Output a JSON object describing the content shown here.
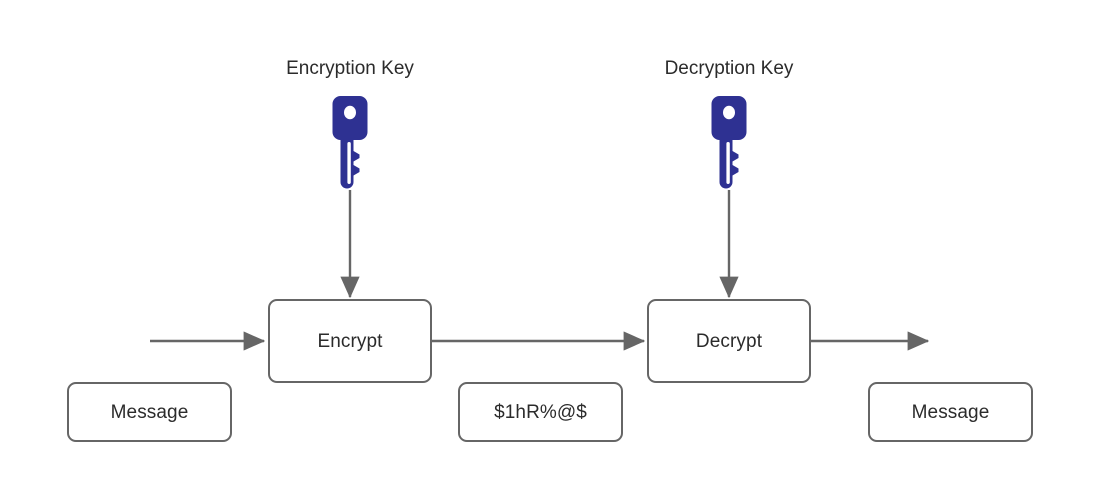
{
  "diagram": {
    "title": "Symmetric encryption flow",
    "colors": {
      "key_blue": "#2E3192",
      "stroke_gray": "#666666",
      "text_gray": "#2b2b2b",
      "background": "#ffffff"
    },
    "captions": [
      {
        "id": "encryption-key",
        "label": "Encryption Key"
      },
      {
        "id": "decryption-key",
        "label": "Decryption Key"
      }
    ],
    "icons": [
      {
        "id": "encryption-key-icon",
        "name": "key-icon"
      },
      {
        "id": "decryption-key-icon",
        "name": "key-icon"
      }
    ],
    "nodes": [
      {
        "id": "message-input",
        "label": "Message"
      },
      {
        "id": "encrypt",
        "label": "Encrypt"
      },
      {
        "id": "ciphertext",
        "label": "$1hR%@$"
      },
      {
        "id": "decrypt",
        "label": "Decrypt"
      },
      {
        "id": "message-output",
        "label": "Message"
      }
    ],
    "arrows": [
      {
        "id": "arrow-input-to-encrypt",
        "name": "plaintext-in-arrow"
      },
      {
        "id": "arrow-encrypt-to-decrypt",
        "name": "ciphertext-arrow"
      },
      {
        "id": "arrow-decrypt-to-output",
        "name": "plaintext-out-arrow"
      },
      {
        "id": "arrow-encryption-key-to-encrypt",
        "name": "encryption-key-arrow"
      },
      {
        "id": "arrow-decryption-key-to-decrypt",
        "name": "decryption-key-arrow"
      }
    ]
  }
}
